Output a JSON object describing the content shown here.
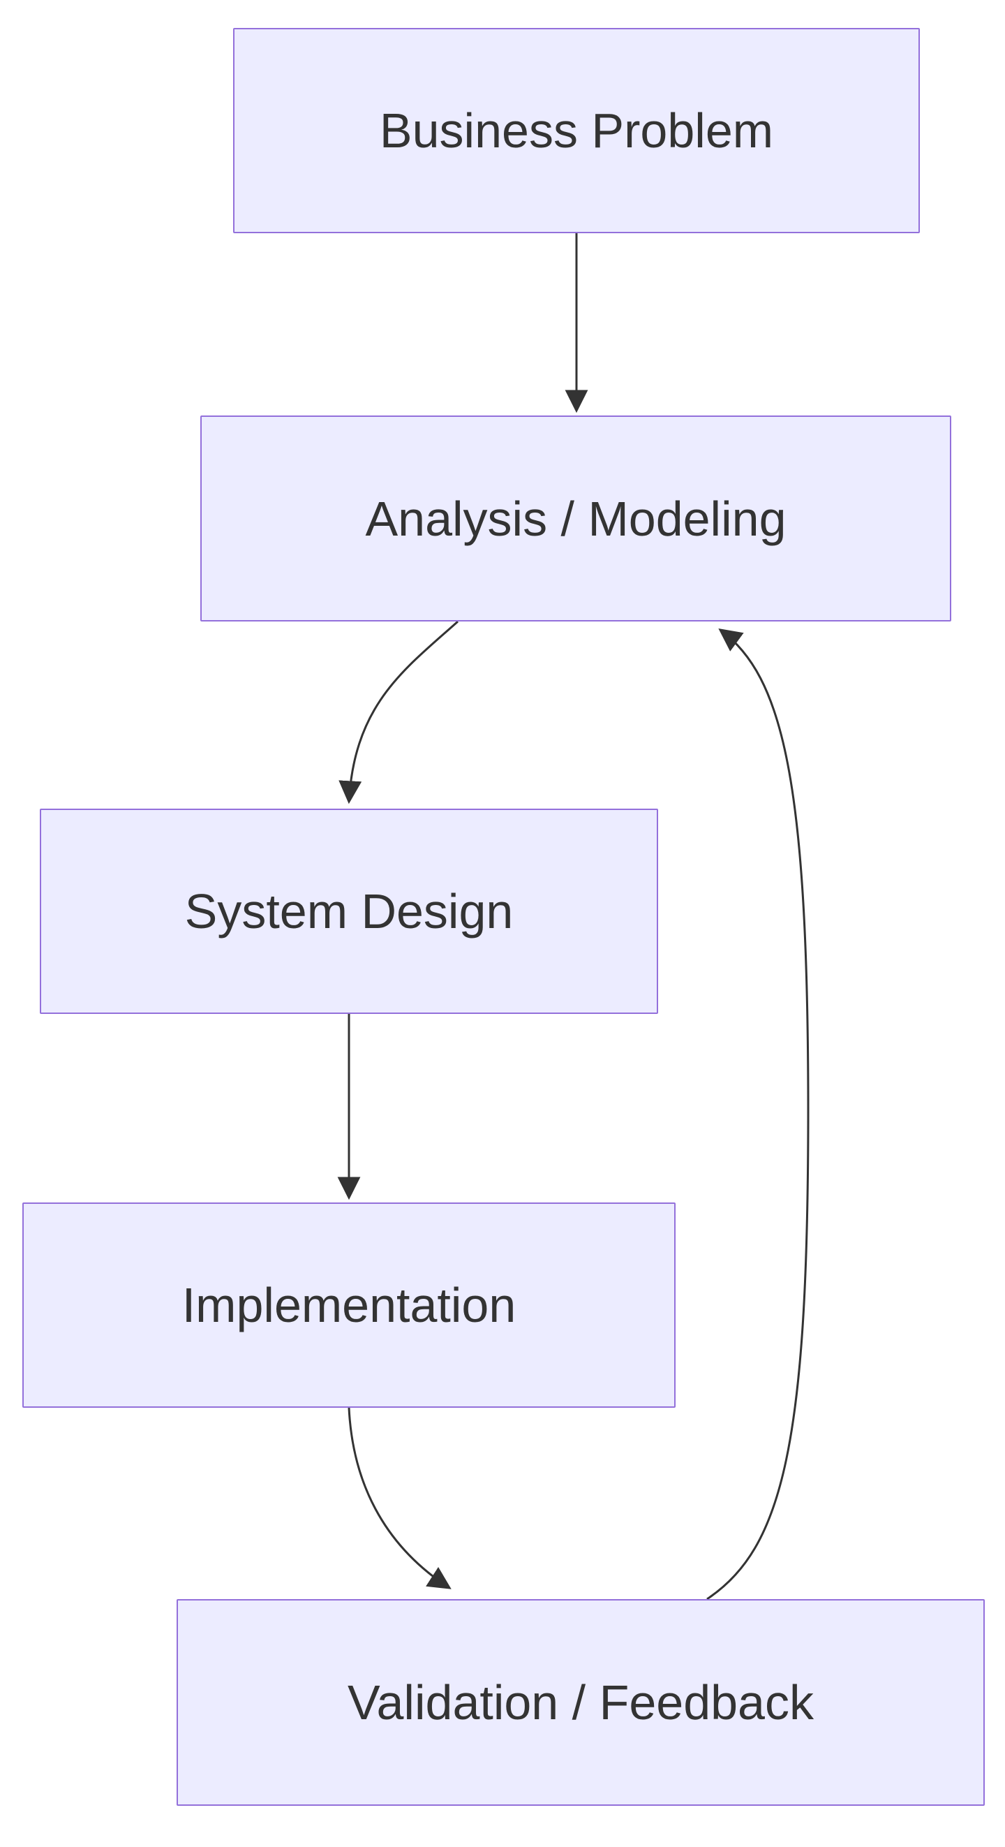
{
  "diagram": {
    "type": "flowchart",
    "background_color": "#ffffff",
    "node_fill_color": "#ECECFF",
    "node_border_color": "#9370DB",
    "text_color": "#333333",
    "arrow_color": "#333333",
    "nodes": [
      {
        "id": "business-problem",
        "label": "Business Problem"
      },
      {
        "id": "analysis-modeling",
        "label": "Analysis / Modeling"
      },
      {
        "id": "system-design",
        "label": "System Design"
      },
      {
        "id": "implementation",
        "label": "Implementation"
      },
      {
        "id": "validation-feedback",
        "label": "Validation / Feedback"
      }
    ],
    "edges": [
      {
        "from": "business-problem",
        "to": "analysis-modeling"
      },
      {
        "from": "analysis-modeling",
        "to": "system-design"
      },
      {
        "from": "system-design",
        "to": "implementation"
      },
      {
        "from": "implementation",
        "to": "validation-feedback"
      },
      {
        "from": "validation-feedback",
        "to": "analysis-modeling"
      }
    ]
  }
}
